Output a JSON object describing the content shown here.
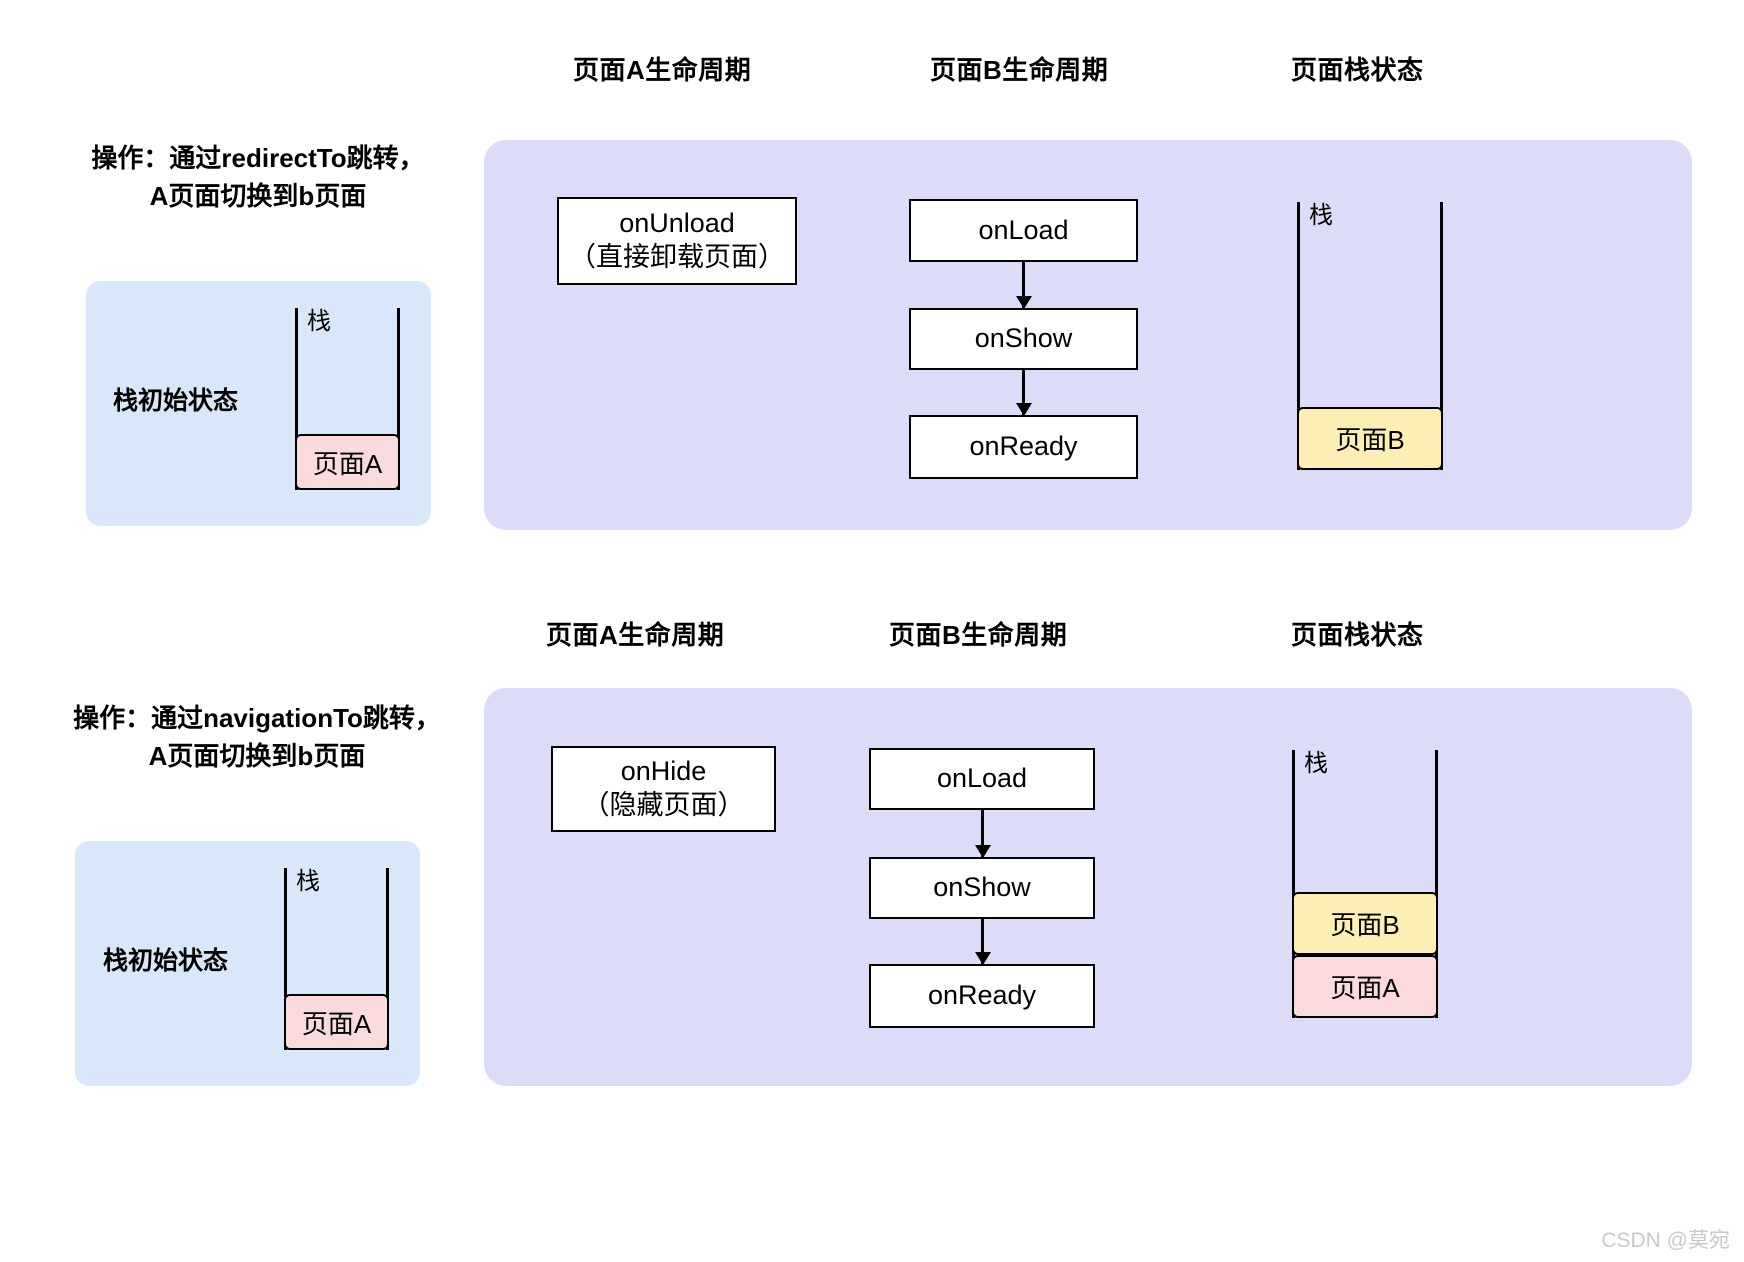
{
  "watermark": "CSDN @莫宛",
  "colors": {
    "panel_lavender": "#dcdcf8",
    "panel_blue": "#d8e7fa",
    "page_a": "#fadadd",
    "page_b": "#fdeeb5",
    "box_fill": "#ffffff",
    "stroke": "#000000",
    "watermark": "#c9c9c9"
  },
  "sections": [
    {
      "id": "redirect",
      "headers": {
        "page_a_lifecycle": "页面A生命周期",
        "page_b_lifecycle": "页面B生命周期",
        "page_stack_state": "页面栈状态"
      },
      "operation_label": "操作：通过redirectTo跳转，\nA页面切换到b页面",
      "initial_stack": {
        "caption": "栈初始状态",
        "rail_label": "栈",
        "frames": [
          "页面A"
        ]
      },
      "page_a_lifecycle_box": "onUnload\n（直接卸载页面）",
      "page_b_lifecycle_boxes": [
        "onLoad",
        "onShow",
        "onReady"
      ],
      "result_stack": {
        "rail_label": "栈",
        "frames": [
          "页面B"
        ]
      }
    },
    {
      "id": "navigate",
      "headers": {
        "page_a_lifecycle": "页面A生命周期",
        "page_b_lifecycle": "页面B生命周期",
        "page_stack_state": "页面栈状态"
      },
      "operation_label": "操作：通过navigationTo跳转，\nA页面切换到b页面",
      "initial_stack": {
        "caption": "栈初始状态",
        "rail_label": "栈",
        "frames": [
          "页面A"
        ]
      },
      "page_a_lifecycle_box": "onHide\n（隐藏页面）",
      "page_b_lifecycle_boxes": [
        "onLoad",
        "onShow",
        "onReady"
      ],
      "result_stack": {
        "rail_label": "栈",
        "frames": [
          "页面B",
          "页面A"
        ]
      }
    }
  ]
}
